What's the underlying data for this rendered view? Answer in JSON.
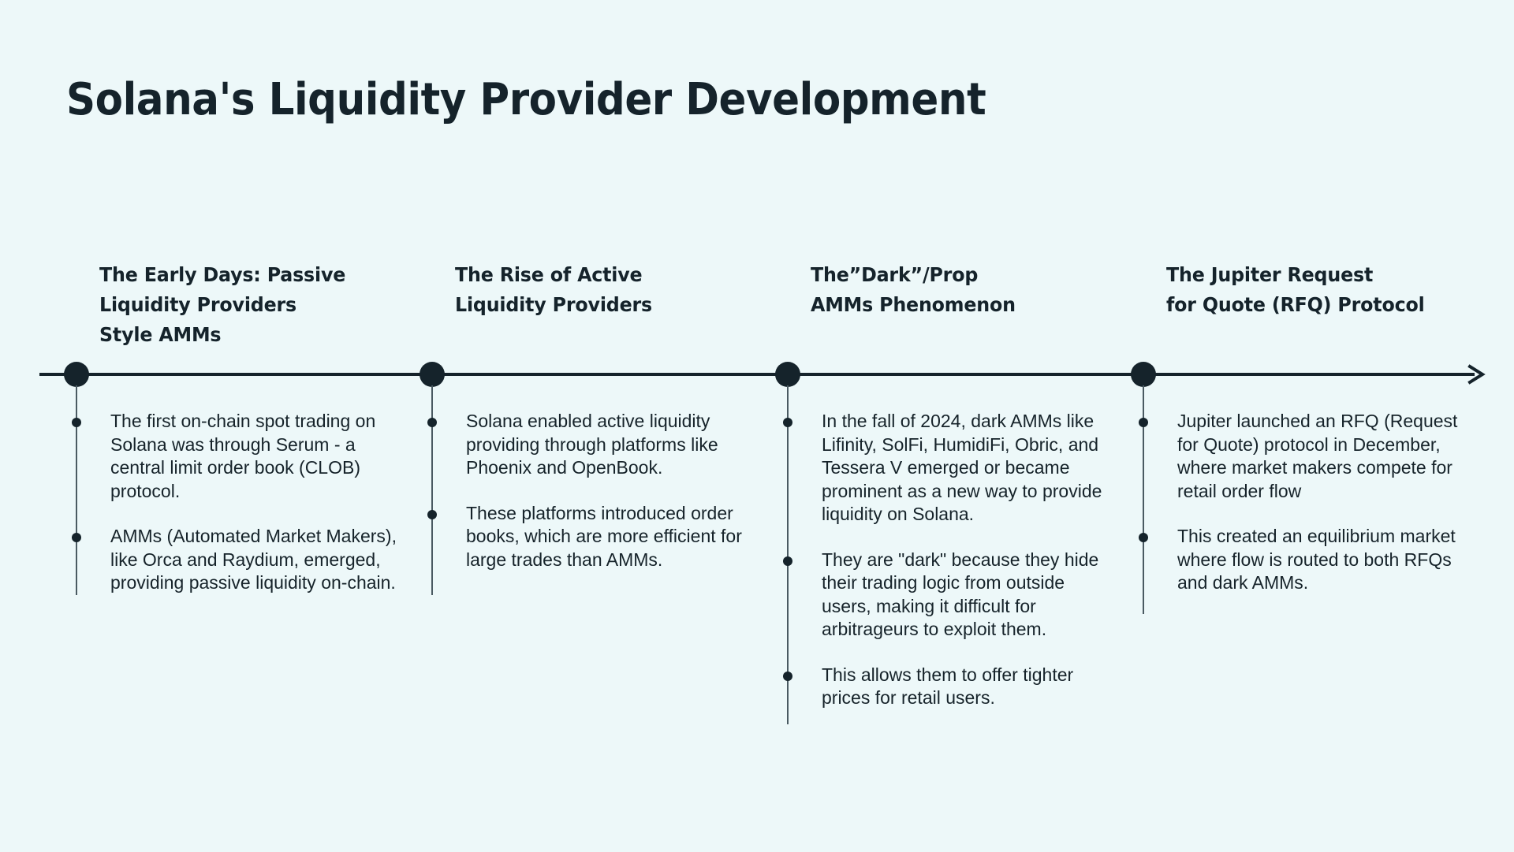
{
  "colors": {
    "background": "#edf8f9",
    "ink": "#15232b",
    "body_text": "#16232a",
    "stem_line": "#4a5a62"
  },
  "header": {
    "title": "Solana's Liquidity Provider Development"
  },
  "timeline": {
    "axis_direction": "left-to-right",
    "arrow_icon": "arrow-right-icon",
    "node_count": 4
  },
  "columns": [
    {
      "heading": "The Early Days: Passive\nLiquidity Providers\nStyle AMMs",
      "bullets": [
        "The first on-chain spot trading on Solana was through Serum - a central limit order book (CLOB) protocol.",
        "AMMs (Automated Market Makers), like Orca and Raydium, emerged, providing passive liquidity on-chain."
      ]
    },
    {
      "heading": "The Rise of Active\nLiquidity Providers",
      "bullets": [
        "Solana enabled active liquidity providing through platforms like Phoenix and OpenBook.",
        "These platforms introduced order books, which are more efficient for large trades than AMMs."
      ]
    },
    {
      "heading": "The”Dark”/Prop\nAMMs Phenomenon",
      "bullets": [
        "In the fall of 2024, dark AMMs like Lifinity, SolFi, HumidiFi, Obric, and Tessera V emerged or became prominent as a new way to provide liquidity on Solana.",
        "They are \"dark\" because they hide their trading logic from outside users, making it difficult for arbitrageurs to exploit them.",
        "This allows them to offer tighter prices for retail users."
      ]
    },
    {
      "heading": "The Jupiter Request\nfor Quote (RFQ) Protocol",
      "bullets": [
        "Jupiter launched an RFQ (Request for Quote) protocol in December, where market makers compete for retail order flow",
        "This created an equilibrium market where flow is routed to both RFQs and dark AMMs."
      ]
    }
  ]
}
